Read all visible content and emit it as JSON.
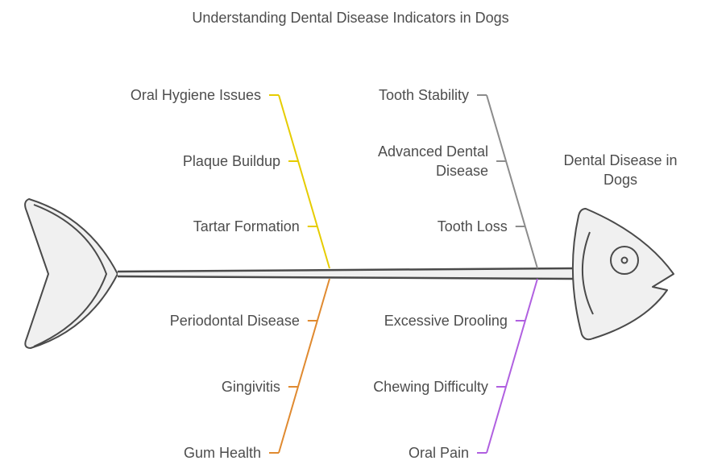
{
  "title": "Understanding Dental Disease Indicators in Dogs",
  "head": {
    "label": "Dental Disease in Dogs",
    "line1": "Dental Disease in",
    "line2": "Dogs"
  },
  "colors": {
    "outline": "#4a4a4a",
    "fill": "#f0f0f0",
    "oral_hygiene": "#e6cc00",
    "periodontal": "#e08a30",
    "tooth_stability": "#8c8c8c",
    "symptoms": "#b060e0"
  },
  "branches": [
    {
      "id": "oral-hygiene",
      "position": "top-left",
      "color_key": "oral_hygiene",
      "items": [
        "Oral Hygiene Issues",
        "Plaque Buildup",
        "Tartar Formation"
      ]
    },
    {
      "id": "periodontal",
      "position": "bottom-left",
      "color_key": "periodontal",
      "items": [
        "Periodontal Disease",
        "Gingivitis",
        "Gum Health"
      ]
    },
    {
      "id": "tooth-stability",
      "position": "top-right",
      "color_key": "tooth_stability",
      "items": [
        "Tooth Stability",
        "Advanced Dental Disease",
        "Tooth Loss"
      ],
      "item_lines": [
        [
          "Tooth Stability"
        ],
        [
          "Advanced Dental",
          "Disease"
        ],
        [
          "Tooth Loss"
        ]
      ]
    },
    {
      "id": "symptoms",
      "position": "bottom-right",
      "color_key": "symptoms",
      "items": [
        "Excessive Drooling",
        "Chewing Difficulty",
        "Oral Pain"
      ]
    }
  ]
}
